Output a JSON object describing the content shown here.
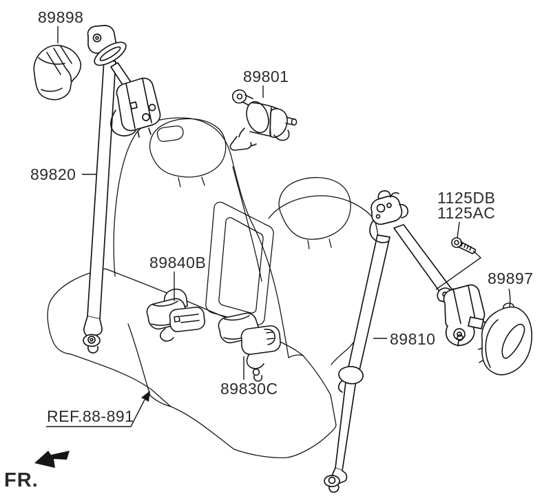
{
  "page": {
    "background": "#ffffff"
  },
  "diagram": {
    "type": "seat-belt-parts-diagram",
    "colors": {
      "line": "#161616",
      "text": "#2b2b2b",
      "background": "#ffffff"
    },
    "callouts": {
      "c89898": "89898",
      "c89820": "89820",
      "c89801": "89801",
      "c89840B": "89840B",
      "c89830C": "89830C",
      "c1125DB": "1125DB",
      "c1125AC": "1125AC",
      "c89897": "89897",
      "c89810": "89810"
    },
    "reference": {
      "label": "REF.88-891"
    },
    "direction": {
      "label": "FR."
    }
  }
}
